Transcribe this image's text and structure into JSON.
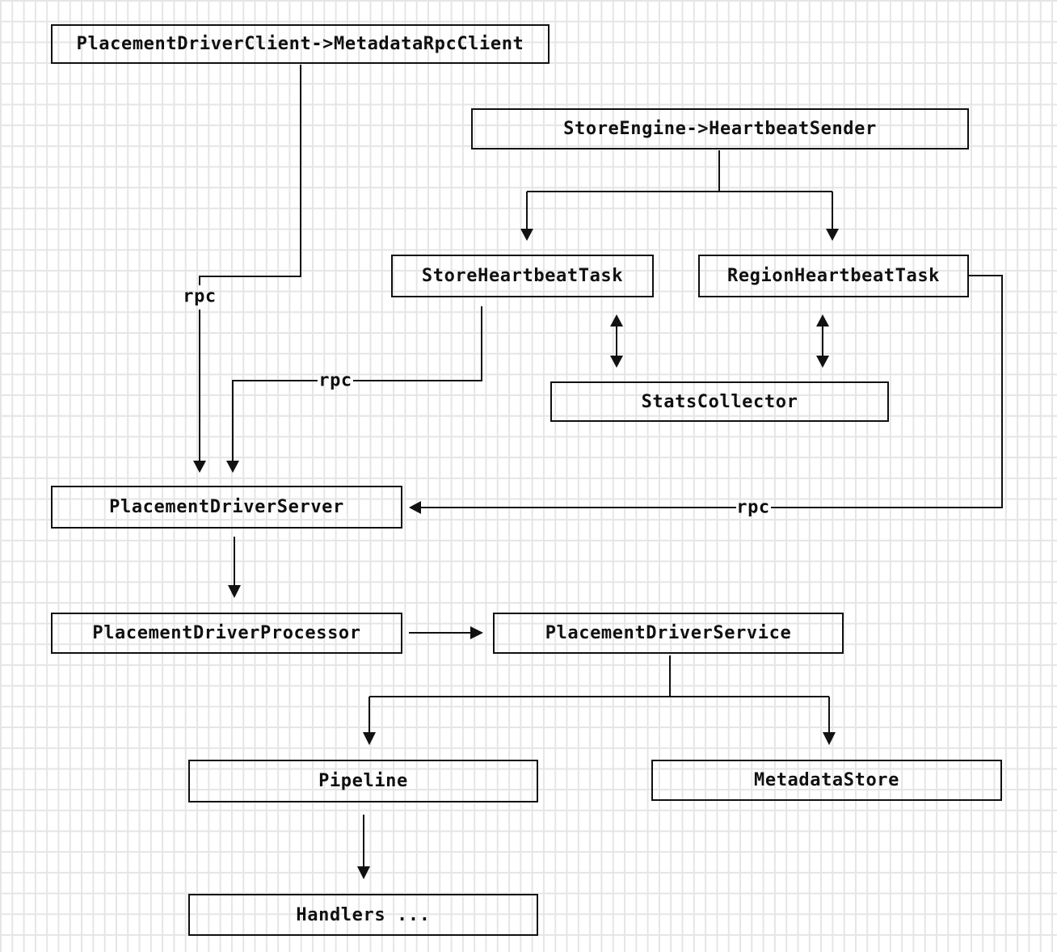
{
  "diagram": {
    "title": "placement driver components diagram",
    "nodes": {
      "client": {
        "label": "PlacementDriverClient->MetadataRpcClient"
      },
      "engine": {
        "label": "StoreEngine->HeartbeatSender"
      },
      "store_task": {
        "label": "StoreHeartbeatTask"
      },
      "region_task": {
        "label": "RegionHeartbeatTask"
      },
      "stats": {
        "label": "StatsCollector"
      },
      "server": {
        "label": "PlacementDriverServer"
      },
      "processor": {
        "label": "PlacementDriverProcessor"
      },
      "service": {
        "label": "PlacementDriverService"
      },
      "pipeline": {
        "label": "Pipeline"
      },
      "metadata_store": {
        "label": "MetadataStore"
      },
      "handlers": {
        "label": "Handlers ..."
      }
    },
    "edges": [
      {
        "from": "client",
        "to": "server",
        "label": "rpc",
        "style": "arrow"
      },
      {
        "from": "engine",
        "to": "store_task",
        "label": "",
        "style": "arrow"
      },
      {
        "from": "engine",
        "to": "region_task",
        "label": "",
        "style": "arrow"
      },
      {
        "from": "store_task",
        "to": "stats",
        "label": "",
        "style": "double-arrow"
      },
      {
        "from": "region_task",
        "to": "stats",
        "label": "",
        "style": "double-arrow"
      },
      {
        "from": "store_task",
        "to": "server",
        "label": "rpc",
        "style": "arrow"
      },
      {
        "from": "region_task",
        "to": "server",
        "label": "rpc",
        "style": "arrow"
      },
      {
        "from": "server",
        "to": "processor",
        "label": "",
        "style": "arrow"
      },
      {
        "from": "processor",
        "to": "service",
        "label": "",
        "style": "arrow"
      },
      {
        "from": "service",
        "to": "pipeline",
        "label": "",
        "style": "arrow"
      },
      {
        "from": "service",
        "to": "metadata_store",
        "label": "",
        "style": "arrow"
      },
      {
        "from": "pipeline",
        "to": "handlers",
        "label": "",
        "style": "arrow"
      }
    ],
    "colors": {
      "line": "#111111",
      "text": "#101010",
      "box_border": "#101010",
      "grid": "#e5e5e5",
      "background": "#ffffff"
    }
  }
}
